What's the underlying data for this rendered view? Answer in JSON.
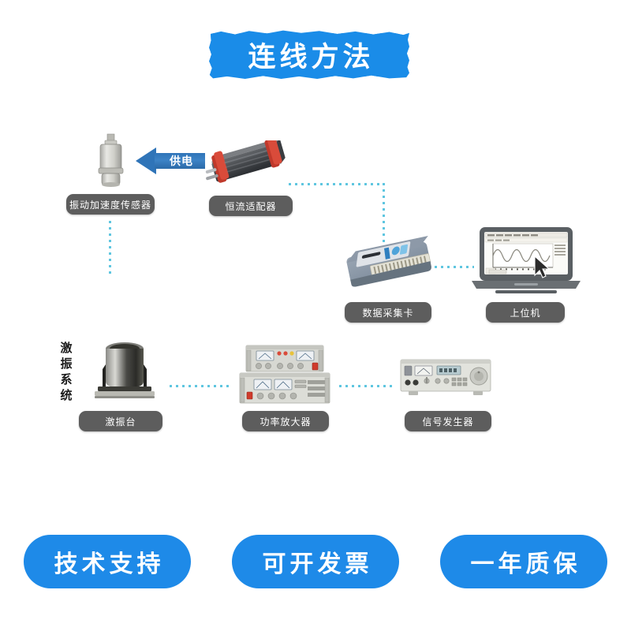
{
  "page": {
    "title": "连线方法",
    "background_color": "#ffffff",
    "accent_color": "#1a8ce8",
    "label_pill_color": "#5d5d5d",
    "connector_color": "#5fc6e0"
  },
  "header": {
    "banner_text": "连线方法"
  },
  "diagram": {
    "supply_arrow_label": "供电",
    "system_group_label": "激振系统",
    "nodes": [
      {
        "id": "vibration-sensor",
        "label": "振动加速度传感器",
        "icon": "accelerometer-sensor-icon"
      },
      {
        "id": "current-adapter",
        "label": "恒流适配器",
        "icon": "constant-current-adapter-icon"
      },
      {
        "id": "daq-card",
        "label": "数据采集卡",
        "icon": "data-acquisition-card-icon"
      },
      {
        "id": "host-computer",
        "label": "上位机",
        "icon": "laptop-icon"
      },
      {
        "id": "shaker-table",
        "label": "激振台",
        "icon": "shaker-table-icon"
      },
      {
        "id": "power-amplifier",
        "label": "功率放大器",
        "icon": "power-amplifier-icon"
      },
      {
        "id": "signal-generator",
        "label": "信号发生器",
        "icon": "signal-generator-icon"
      }
    ]
  },
  "footer": {
    "badges": [
      {
        "label": "技术支持"
      },
      {
        "label": "可开发票"
      },
      {
        "label": "一年质保"
      }
    ]
  }
}
